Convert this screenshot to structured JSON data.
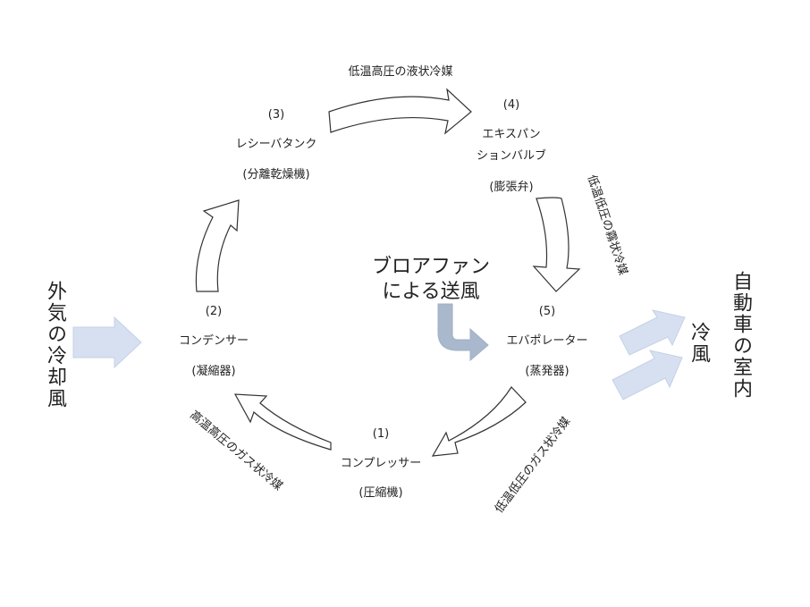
{
  "top_label": "低温高圧の液状冷媒",
  "node4": {
    "num": "(4)",
    "line1": "エキスパン",
    "line2": "ションバルブ",
    "sub": "(膨張弁)"
  },
  "node3": {
    "num": "(3)",
    "name": "レシーバタンク",
    "sub": "(分離乾燥機)"
  },
  "node2": {
    "num": "(2)",
    "name": "コンデンサー",
    "sub": "(凝縮器)"
  },
  "node1": {
    "num": "(1)",
    "name": "コンプレッサー",
    "sub": "(圧縮機)"
  },
  "node5": {
    "num": "(5)",
    "name": "エバポレーター",
    "sub": "(蒸発器)"
  },
  "blower": {
    "line1": "ブロアファン",
    "line2": "による送風"
  },
  "left_label": "外気の冷却風",
  "right_label": "自動車の室内",
  "cold_air": "冷風",
  "diag_right_top": "低温低圧の霧状冷媒",
  "diag_bottom_right": "低温低圧のガス状冷媒",
  "diag_bottom_left": "高温高圧のガス状冷媒",
  "colors": {
    "arrow_stroke": "#333333",
    "air_fill": "#d6e0f0",
    "air_stroke": "#c4d1e6",
    "blower_arrow": "#a9b8cc"
  }
}
